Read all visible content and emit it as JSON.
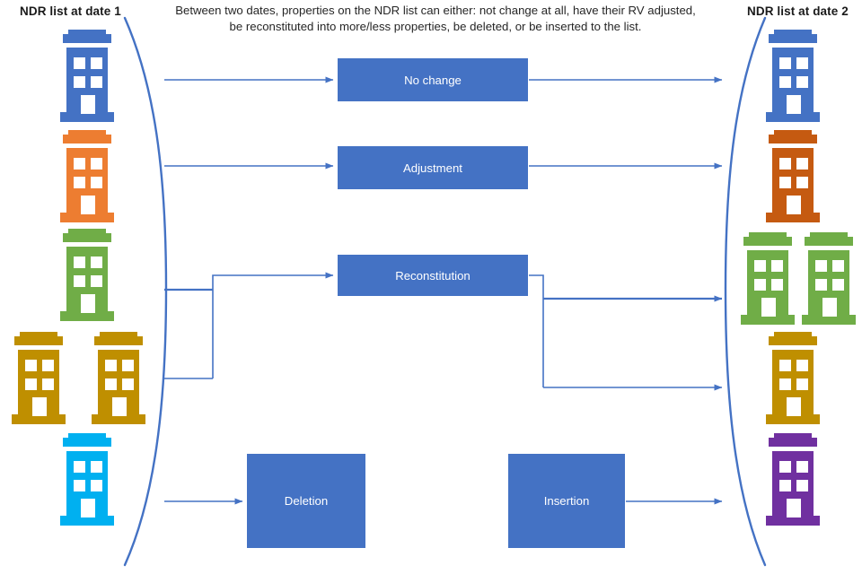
{
  "diagram": {
    "title_left": "NDR list at date 1",
    "title_right": "NDR list at date 2",
    "caption": "Between two dates, properties on the NDR list can either: not change at all, have their RV adjusted, be reconstituted into more/less properties, be deleted, or be inserted to the list.",
    "accent_color": "#4472C4",
    "line_color": "#4472C4"
  },
  "process_boxes": [
    {
      "id": "no-change",
      "label": "No change",
      "fill": "#4472C4"
    },
    {
      "id": "adjustment",
      "label": "Adjustment",
      "fill": "#4472C4"
    },
    {
      "id": "reconstitution",
      "label": "Reconstitution",
      "fill": "#4472C4"
    },
    {
      "id": "deletion",
      "label": "Deletion",
      "fill": "#4472C4"
    },
    {
      "id": "insertion",
      "label": "Insertion",
      "fill": "#4472C4"
    }
  ],
  "left_properties": [
    {
      "icon": "building-icon",
      "color": "#4472C4",
      "name": "blue-building"
    },
    {
      "icon": "building-icon",
      "color": "#ED7D31",
      "name": "orange-building"
    },
    {
      "icon": "building-icon",
      "color": "#70AD47",
      "name": "green-building"
    },
    {
      "icon": "building-icon",
      "color": "#BF8F00",
      "name": "gold-building-1"
    },
    {
      "icon": "building-icon",
      "color": "#BF8F00",
      "name": "gold-building-2"
    },
    {
      "icon": "building-icon",
      "color": "#00B0F0",
      "name": "cyan-building"
    }
  ],
  "right_properties": [
    {
      "icon": "building-icon",
      "color": "#4472C4",
      "name": "blue-building"
    },
    {
      "icon": "building-icon",
      "color": "#C55A11",
      "name": "dark-orange-building"
    },
    {
      "icon": "building-icon",
      "color": "#70AD47",
      "name": "green-building-1"
    },
    {
      "icon": "building-icon",
      "color": "#70AD47",
      "name": "green-building-2"
    },
    {
      "icon": "building-icon",
      "color": "#BF8F00",
      "name": "gold-building"
    },
    {
      "icon": "building-icon",
      "color": "#7030A0",
      "name": "purple-building"
    }
  ]
}
